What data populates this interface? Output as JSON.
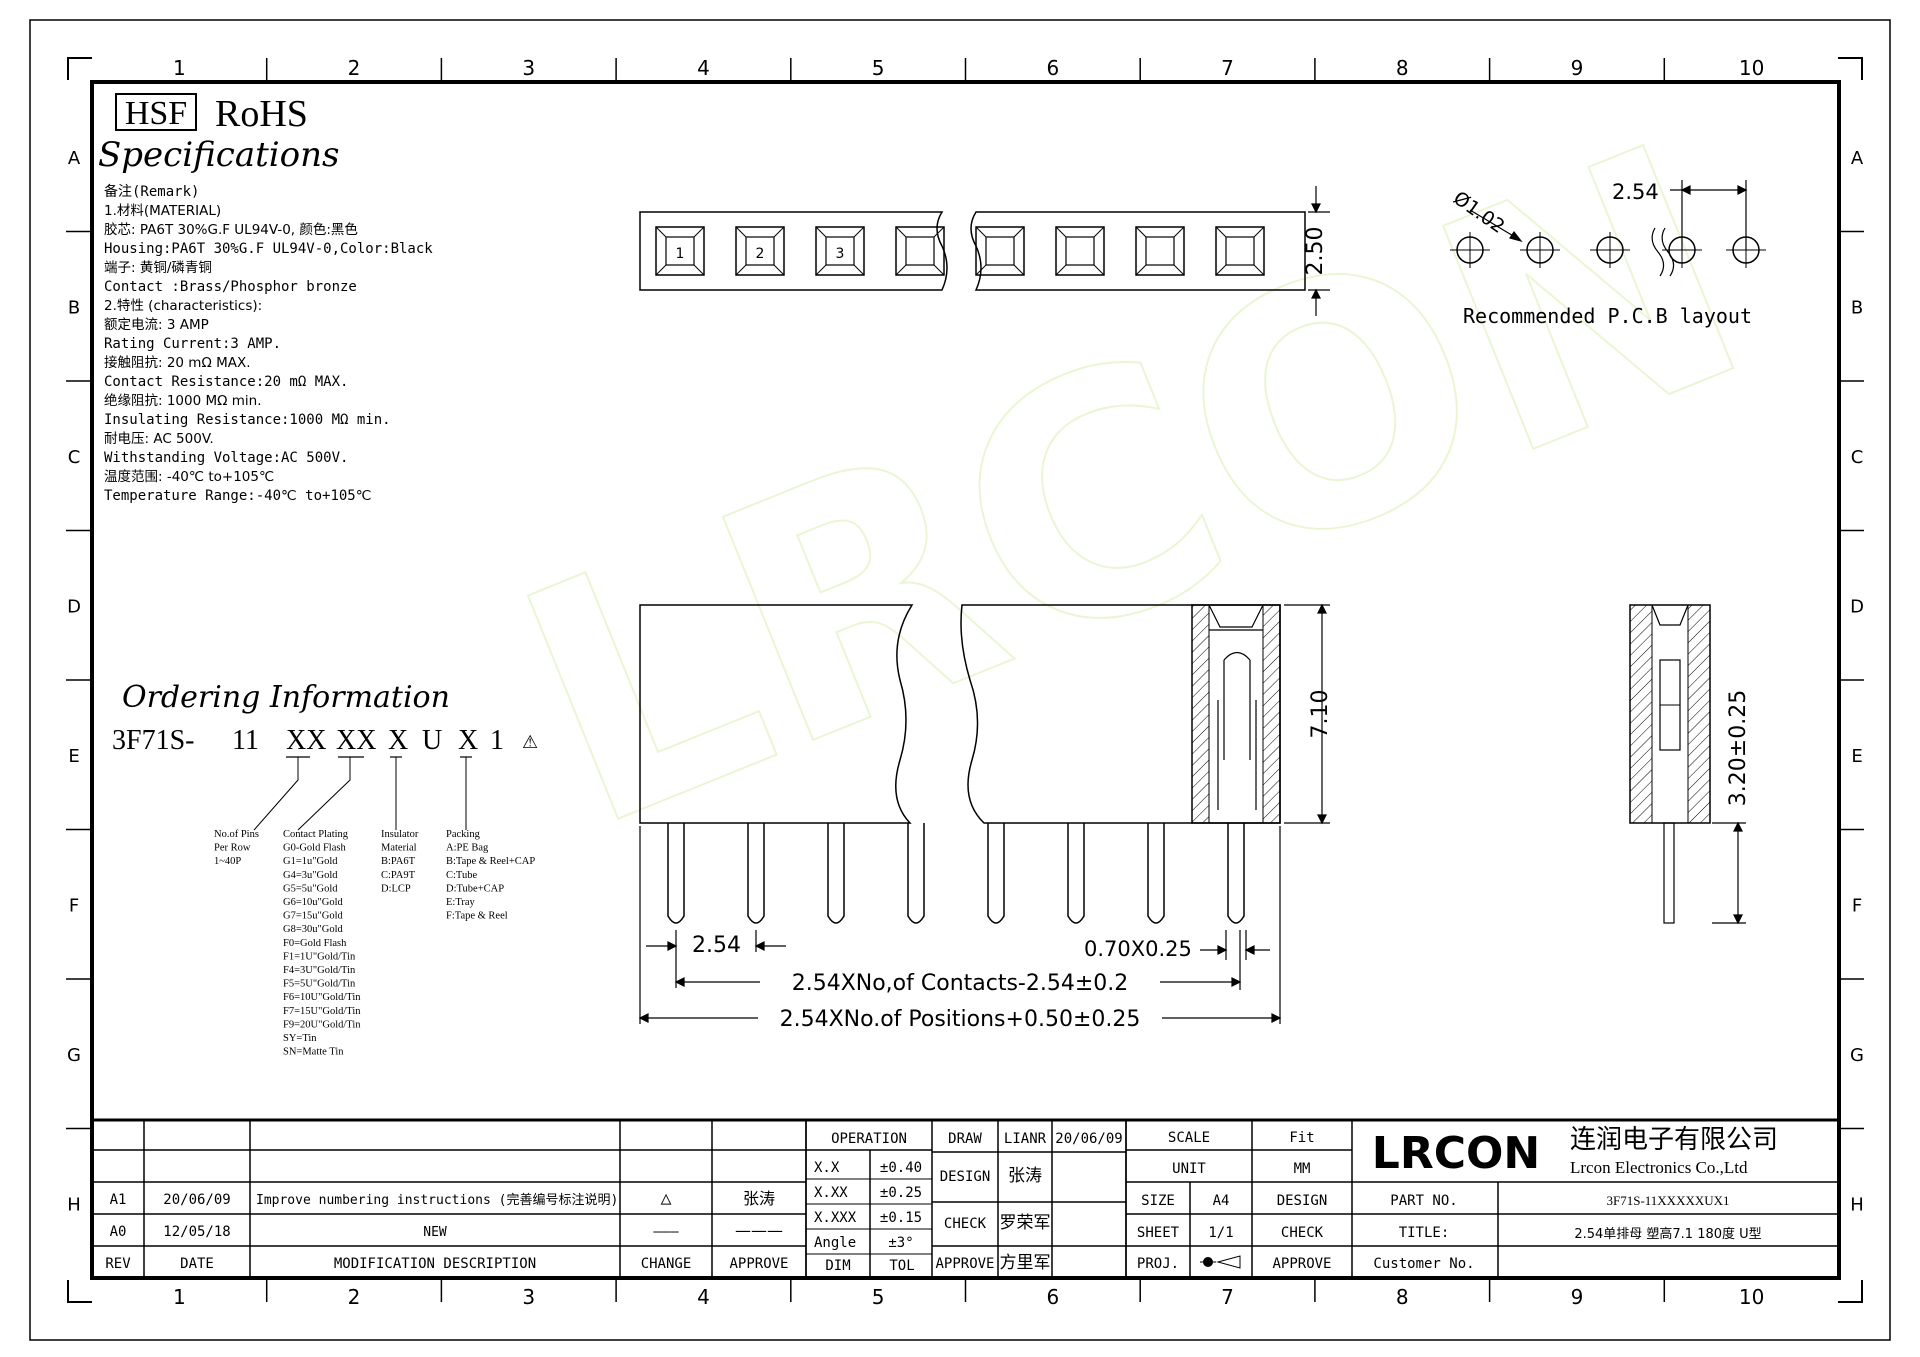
{
  "frame": {
    "columns": [
      "1",
      "2",
      "3",
      "4",
      "5",
      "6",
      "7",
      "8",
      "9",
      "10"
    ],
    "rows": [
      "A",
      "B",
      "C",
      "D",
      "E",
      "F",
      "G",
      "H"
    ]
  },
  "header": {
    "hsf": "HSF",
    "rohs": "RoHS",
    "spec_title": "Specifications"
  },
  "specs": [
    "备注(Remark)",
    "1.材料(MATERIAL)",
    "胶芯: PA6T 30%G.F UL94V-0, 颜色:黑色",
    "Housing:PA6T 30%G.F UL94V-0,Color:Black",
    "端子: 黄铜/磷青铜",
    "Contact :Brass/Phosphor bronze",
    "2.特性 (characteristics):",
    "额定电流: 3 AMP",
    "Rating Current:3 AMP.",
    "接触阻抗: 20 mΩ MAX.",
    "Contact Resistance:20 mΩ MAX.",
    "绝缘阻抗: 1000 MΩ min.",
    "Insulating Resistance:1000 MΩ  min.",
    "耐电压: AC 500V.",
    "Withstanding Voltage:AC 500V.",
    "温度范围: -40℃ to+105℃",
    "Temperature Range:-40℃ to+105℃"
  ],
  "ordering": {
    "title": "Ordering Information",
    "code_parts": [
      "3F71S-",
      "11",
      "XX",
      "XX",
      "X",
      "U",
      "X",
      "1"
    ],
    "col_pins": [
      "No.of Pins",
      "Per Row",
      "1~40P"
    ],
    "col_plating": [
      "Contact Plating",
      "G0-Gold Flash",
      "G1=1u\"Gold",
      "G4=3u\"Gold",
      "G5=5u\"Gold",
      "G6=10u\"Gold",
      "G7=15u\"Gold",
      "G8=30u\"Gold",
      "F0=Gold Flash",
      "F1=1U\"Gold/Tin",
      "F4=3U\"Gold/Tin",
      "F5=5U\"Gold/Tin",
      "F6=10U\"Gold/Tin",
      "F7=15U\"Gold/Tin",
      "F9=20U\"Gold/Tin",
      "SY=Tin",
      "SN=Matte Tin"
    ],
    "col_insulator": [
      "Insulator",
      "Material",
      "B:PA6T",
      "C:PA9T",
      "D:LCP"
    ],
    "col_packing": [
      "Packing",
      "A:PE Bag",
      "B:Tape & Reel+CAP",
      "C:Tube",
      "D:Tube+CAP",
      "E:Tray",
      "F:Tape & Reel"
    ]
  },
  "top_view": {
    "pin_numbers": [
      "1",
      "2",
      "3"
    ],
    "height_dim": "2.50"
  },
  "pcb": {
    "hole_dia": "Ø1.02",
    "pitch": "2.54",
    "label": "Recommended P.C.B layout"
  },
  "front_view": {
    "height_dim": "7.10",
    "pitch_dim": "2.54",
    "pin_dim": "0.70X0.25",
    "contacts_dim": "2.54XNo,of Contacts-2.54±0.2",
    "positions_dim": "2.54XNo.of Positions+0.50±0.25"
  },
  "side_view": {
    "dim": "3.20±0.25"
  },
  "watermark": "LRCON",
  "title_block": {
    "operation": "OPERATION",
    "tolerances": [
      [
        "X.X",
        "±0.40"
      ],
      [
        "X.XX",
        "±0.25"
      ],
      [
        "X.XXX",
        "±0.15"
      ],
      [
        "Angle",
        "±3°"
      ]
    ],
    "dim": "DIM",
    "tol": "TOL",
    "draw": "DRAW",
    "draw_by": "LIANR",
    "draw_date": "20/06/09",
    "design": "DESIGN",
    "design_by": "张涛",
    "check": "CHECK",
    "check_by": "罗荣军",
    "approve": "APPROVE",
    "approve_by": "方里军",
    "scale": "SCALE",
    "scale_val": "Fit",
    "unit": "UNIT",
    "unit_val": "MM",
    "size": "SIZE",
    "size_val": "A4",
    "sheet": "SHEET",
    "sheet_val": "1/1",
    "proj": "PROJ.",
    "design2": "DESIGN",
    "check2": "CHECK",
    "approve2": "APPROVE",
    "logo": "LRCON",
    "company_cn": "连润电子有限公司",
    "company_en": "Lrcon Electronics Co.,Ltd",
    "part_no_label": "PART NO.",
    "part_no": "3F71S-11XXXXXUX1",
    "title_label": "TITLE:",
    "title": "2.54单排母 塑高7.1 180度 U型",
    "customer_no": "Customer No."
  },
  "revisions": {
    "headers": [
      "REV",
      "DATE",
      "MODIFICATION DESCRIPTION",
      "CHANGE",
      "APPROVE"
    ],
    "rows": [
      {
        "rev": "A1",
        "date": "20/06/09",
        "desc": "Improve numbering instructions (完善编号标注说明)",
        "change": "△",
        "approve": "张涛"
      },
      {
        "rev": "A0",
        "date": "12/05/18",
        "desc": "NEW",
        "change": "———",
        "approve": "———"
      }
    ]
  }
}
